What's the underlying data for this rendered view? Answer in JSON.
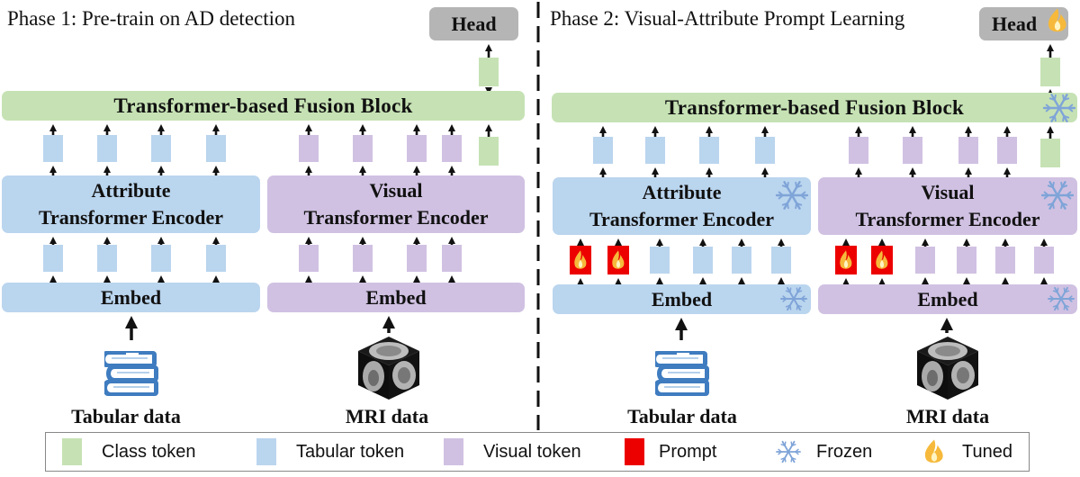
{
  "phase1": {
    "title": "Phase 1: Pre-train on AD detection",
    "head": "Head",
    "fusion": "Transformer-based Fusion Block",
    "attr_encoder_line1": "Attribute",
    "attr_encoder_line2": "Transformer Encoder",
    "vis_encoder_line1": "Visual",
    "vis_encoder_line2": "Transformer Encoder",
    "embed_left": "Embed",
    "embed_right": "Embed",
    "tabular_label": "Tabular data",
    "mri_label": "MRI data"
  },
  "phase2": {
    "title": "Phase 2: Visual-Attribute Prompt Learning",
    "head": "Head",
    "fusion": "Transformer-based Fusion Block",
    "attr_encoder_line1": "Attribute",
    "attr_encoder_line2": "Transformer Encoder",
    "vis_encoder_line1": "Visual",
    "vis_encoder_line2": "Transformer Encoder",
    "embed_left": "Embed",
    "embed_right": "Embed",
    "tabular_label": "Tabular data",
    "mri_label": "MRI data"
  },
  "legend": {
    "class_token": "Class token",
    "tabular_token": "Tabular token",
    "visual_token": "Visual token",
    "prompt": "Prompt",
    "frozen": "Frozen",
    "tuned": "Tuned"
  },
  "colors": {
    "class_token": "#c6e2b4",
    "tabular_token": "#bad5ee",
    "visual_token": "#d0c1e2",
    "prompt": "#ec0000",
    "head": "#b5b5b5",
    "frozen_icon": "#7fa4d8",
    "tuned_icon": "#f6b93b"
  },
  "icons": {
    "frozen": "snowflake-icon",
    "tuned": "flame-icon",
    "tabular_source": "book-stack-icon",
    "mri_source": "brain-cube-icon"
  }
}
